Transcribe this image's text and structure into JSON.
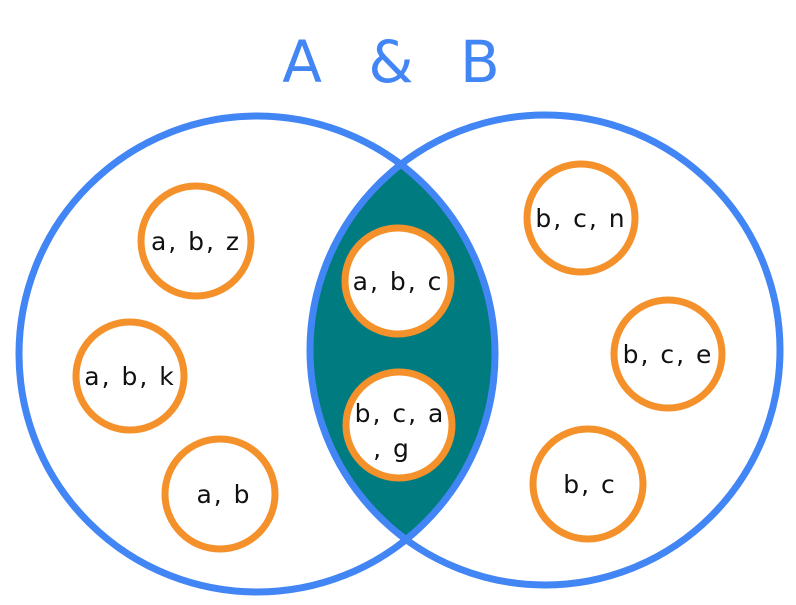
{
  "title": "A & B",
  "colors": {
    "set_outline": "#4285F4",
    "intersection_fill": "#007B7F",
    "element_outline": "#F4912B",
    "text": "#111111",
    "background": "#FFFFFF"
  },
  "left_set": {
    "items": [
      "a, b, z",
      "a, b, k",
      "a, b"
    ]
  },
  "intersection": {
    "items": [
      "a, b, c",
      "b, c, a",
      ", g"
    ]
  },
  "right_set": {
    "items": [
      "b, c, n",
      "b, c, e",
      "b, c"
    ]
  }
}
